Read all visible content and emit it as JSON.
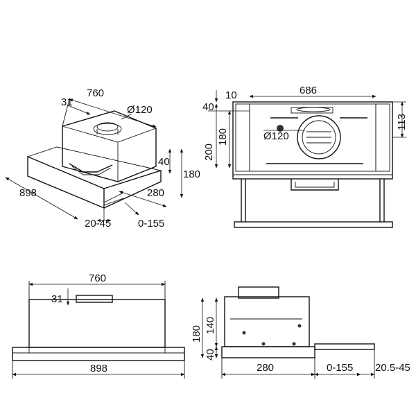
{
  "views": {
    "isometric": {
      "width": "760",
      "depth_offset": "31",
      "duct": "Ø120",
      "height_top": "40",
      "total_height": "180",
      "total_width": "898",
      "depth": "280",
      "drawer_range": "20-45",
      "slide_range": "0-155"
    },
    "front": {
      "top_offset": "10",
      "inner_width": "686",
      "small_h": "40",
      "h180": "180",
      "h200": "200",
      "duct": "Ø120",
      "right_h": "113"
    },
    "bottom_left": {
      "width": "760",
      "offset": "31",
      "total_width": "898"
    },
    "bottom_right": {
      "h180": "180",
      "h140": "140",
      "h40": "40",
      "depth": "280",
      "slide_range": "0-155",
      "drawer_range": "20.5-45"
    }
  }
}
